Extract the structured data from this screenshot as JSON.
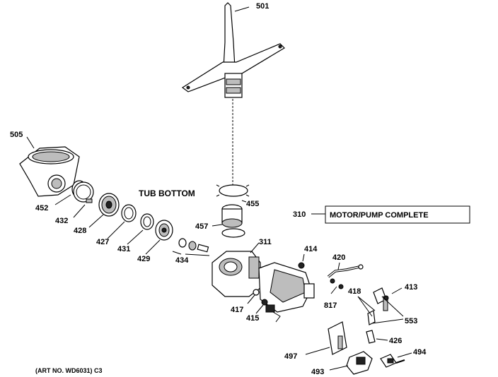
{
  "callouts": {
    "p501": "501",
    "p505": "505",
    "p452": "452",
    "p432": "432",
    "p428": "428",
    "p427": "427",
    "p431": "431",
    "p429": "429",
    "p434": "434",
    "p455": "455",
    "p457": "457",
    "p311": "311",
    "p414": "414",
    "p420": "420",
    "p417": "417",
    "p415": "415",
    "p817": "817",
    "p418": "418",
    "p413": "413",
    "p553": "553",
    "p426": "426",
    "p497": "497",
    "p494": "494",
    "p493": "493",
    "p310": "310"
  },
  "labels": {
    "tub_bottom": "TUB BOTTOM",
    "motor_pump": "MOTOR/PUMP COMPLETE",
    "art_no": "(ART NO. WD6031) C3"
  }
}
